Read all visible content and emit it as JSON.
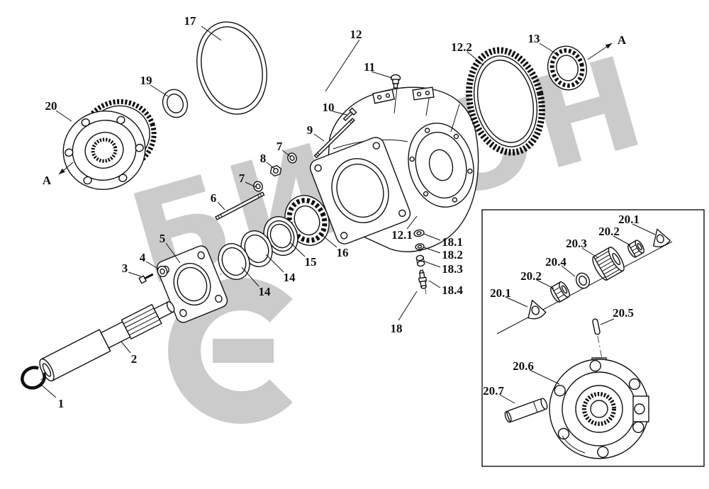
{
  "watermark": {
    "text": "БИЗОН"
  },
  "labels": [
    {
      "id": "callout-17",
      "text": "17"
    },
    {
      "id": "callout-12",
      "text": "12"
    },
    {
      "id": "callout-11",
      "text": "11"
    },
    {
      "id": "callout-12-2",
      "text": "12.2"
    },
    {
      "id": "callout-13",
      "text": "13"
    },
    {
      "id": "section-a-right",
      "text": "A"
    },
    {
      "id": "callout-19",
      "text": "19"
    },
    {
      "id": "callout-20",
      "text": "20"
    },
    {
      "id": "callout-10",
      "text": "10"
    },
    {
      "id": "callout-9",
      "text": "9"
    },
    {
      "id": "callout-7-upper",
      "text": "7"
    },
    {
      "id": "callout-8",
      "text": "8"
    },
    {
      "id": "callout-7-lower",
      "text": "7"
    },
    {
      "id": "callout-6",
      "text": "6"
    },
    {
      "id": "section-a-left",
      "text": "A"
    },
    {
      "id": "callout-5",
      "text": "5"
    },
    {
      "id": "callout-4",
      "text": "4"
    },
    {
      "id": "callout-3",
      "text": "3"
    },
    {
      "id": "callout-12-1",
      "text": "12.1"
    },
    {
      "id": "callout-16",
      "text": "16"
    },
    {
      "id": "callout-15",
      "text": "15"
    },
    {
      "id": "callout-14-upper",
      "text": "14"
    },
    {
      "id": "callout-14-lower",
      "text": "14"
    },
    {
      "id": "callout-18-1",
      "text": "18.1"
    },
    {
      "id": "callout-18-2",
      "text": "18.2"
    },
    {
      "id": "callout-18-3",
      "text": "18.3"
    },
    {
      "id": "callout-18-4",
      "text": "18.4"
    },
    {
      "id": "callout-18",
      "text": "18"
    },
    {
      "id": "callout-2",
      "text": "2"
    },
    {
      "id": "callout-1",
      "text": "1"
    },
    {
      "id": "callout-20-1-right",
      "text": "20.1"
    },
    {
      "id": "callout-20-2-right",
      "text": "20.2"
    },
    {
      "id": "callout-20-3",
      "text": "20.3"
    },
    {
      "id": "callout-20-4",
      "text": "20.4"
    },
    {
      "id": "callout-20-2-left",
      "text": "20.2"
    },
    {
      "id": "callout-20-1-left",
      "text": "20.1"
    },
    {
      "id": "callout-20-5",
      "text": "20.5"
    },
    {
      "id": "callout-20-6",
      "text": "20.6"
    },
    {
      "id": "callout-20-7",
      "text": "20.7"
    }
  ]
}
